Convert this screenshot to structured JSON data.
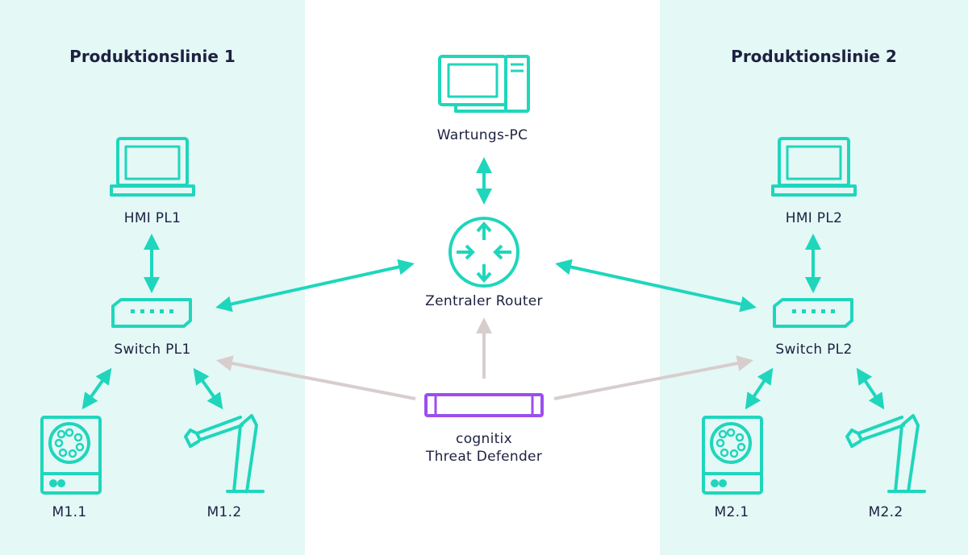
{
  "colors": {
    "teal": "#1fd6bc",
    "gray": "#d8cdcd",
    "purple": "#9b4ef0",
    "text": "#1d2140",
    "panel": "#e4f8f6"
  },
  "zones": {
    "left_title": "Produktionslinie 1",
    "right_title": "Produktionslinie 2"
  },
  "nodes": {
    "wartungs_pc": "Wartungs-PC",
    "router": "Zentraler Router",
    "hmi1": "HMI PL1",
    "hmi2": "HMI PL2",
    "switch1": "Switch PL1",
    "switch2": "Switch PL2",
    "m11": "M1.1",
    "m12": "M1.2",
    "m21": "M2.1",
    "m22": "M2.2",
    "defender_line1": "cognitix",
    "defender_line2": "Threat Defender"
  },
  "icons": {
    "pc": "desktop-computer-icon",
    "router": "router-icon",
    "hmi": "laptop-icon",
    "switch": "network-switch-icon",
    "machine": "rotary-machine-icon",
    "robot": "robot-arm-icon",
    "defender": "appliance-icon"
  },
  "connections": [
    {
      "from": "wartungs_pc",
      "to": "router",
      "type": "bidirectional",
      "color": "teal"
    },
    {
      "from": "router",
      "to": "switch1",
      "type": "bidirectional",
      "color": "teal"
    },
    {
      "from": "router",
      "to": "switch2",
      "type": "bidirectional",
      "color": "teal"
    },
    {
      "from": "hmi1",
      "to": "switch1",
      "type": "bidirectional",
      "color": "teal"
    },
    {
      "from": "hmi2",
      "to": "switch2",
      "type": "bidirectional",
      "color": "teal"
    },
    {
      "from": "switch1",
      "to": "m11",
      "type": "bidirectional",
      "color": "teal"
    },
    {
      "from": "switch1",
      "to": "m12",
      "type": "bidirectional",
      "color": "teal"
    },
    {
      "from": "switch2",
      "to": "m21",
      "type": "bidirectional",
      "color": "teal"
    },
    {
      "from": "switch2",
      "to": "m22",
      "type": "bidirectional",
      "color": "teal"
    },
    {
      "from": "defender",
      "to": "router",
      "type": "directed",
      "color": "gray"
    },
    {
      "from": "defender",
      "to": "switch1",
      "type": "directed",
      "color": "gray"
    },
    {
      "from": "defender",
      "to": "switch2",
      "type": "directed",
      "color": "gray"
    }
  ]
}
